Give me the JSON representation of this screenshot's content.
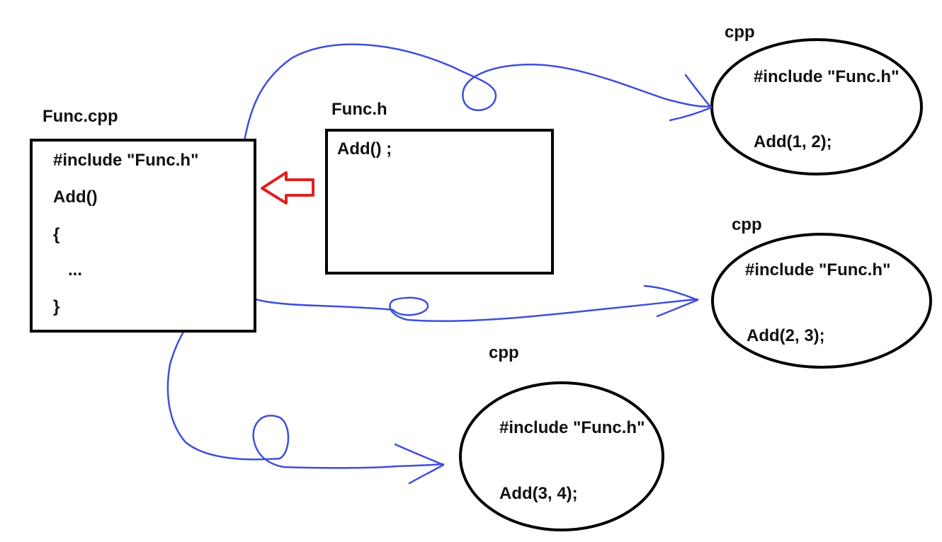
{
  "func_cpp": {
    "title": "Func.cpp",
    "lines": [
      "#include \"Func.h\"",
      "Add()",
      "{",
      "...",
      "}"
    ]
  },
  "func_h": {
    "title": "Func.h",
    "lines": [
      "Add() ;"
    ]
  },
  "cpp_files": [
    {
      "title": "cpp",
      "include": "#include \"Func.h\"",
      "call": "Add(1, 2);"
    },
    {
      "title": "cpp",
      "include": "#include \"Func.h\"",
      "call": "Add(2, 3);"
    },
    {
      "title": "cpp",
      "include": "#include \"Func.h\"",
      "call": "Add(3, 4);"
    }
  ],
  "colors": {
    "link_stroke": "#3f4fd8",
    "include_arrow": "#e02020",
    "outline": "#000000"
  }
}
